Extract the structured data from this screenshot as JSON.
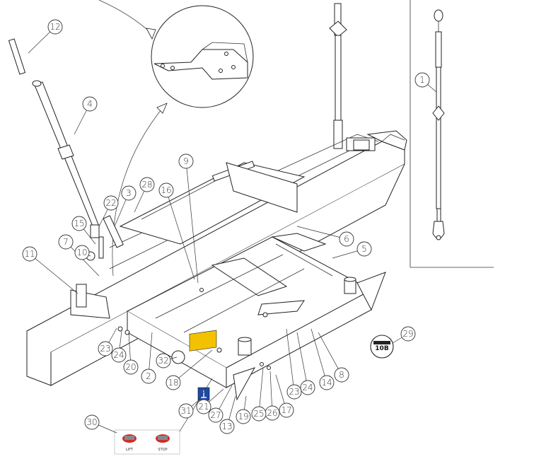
{
  "callouts": [
    {
      "label": "12"
    },
    {
      "label": "4"
    },
    {
      "label": "3"
    },
    {
      "label": "28"
    },
    {
      "label": "16"
    },
    {
      "label": "9"
    },
    {
      "label": "22"
    },
    {
      "label": "15"
    },
    {
      "label": "10"
    },
    {
      "label": "7"
    },
    {
      "label": "11"
    },
    {
      "label": "6"
    },
    {
      "label": "5"
    },
    {
      "label": "1"
    },
    {
      "label": "29"
    },
    {
      "label": "8"
    },
    {
      "label": "14"
    },
    {
      "label": "24"
    },
    {
      "label": "23"
    },
    {
      "label": "17"
    },
    {
      "label": "26"
    },
    {
      "label": "25"
    },
    {
      "label": "19"
    },
    {
      "label": "13"
    },
    {
      "label": "27"
    },
    {
      "label": "21"
    },
    {
      "label": "31"
    },
    {
      "label": "18"
    },
    {
      "label": "32"
    },
    {
      "label": "2"
    },
    {
      "label": "20"
    },
    {
      "label": "24"
    },
    {
      "label": "23"
    },
    {
      "label": "30"
    }
  ],
  "decals": {
    "torque_label": "10B",
    "lift_sticker_texts": [
      "LIFT",
      "STOP"
    ]
  },
  "colors": {
    "line": "#222222",
    "yellow_decal": "#f2c200",
    "blue_decal": "#1e4aa8",
    "red_decal": "#d12b2b"
  }
}
